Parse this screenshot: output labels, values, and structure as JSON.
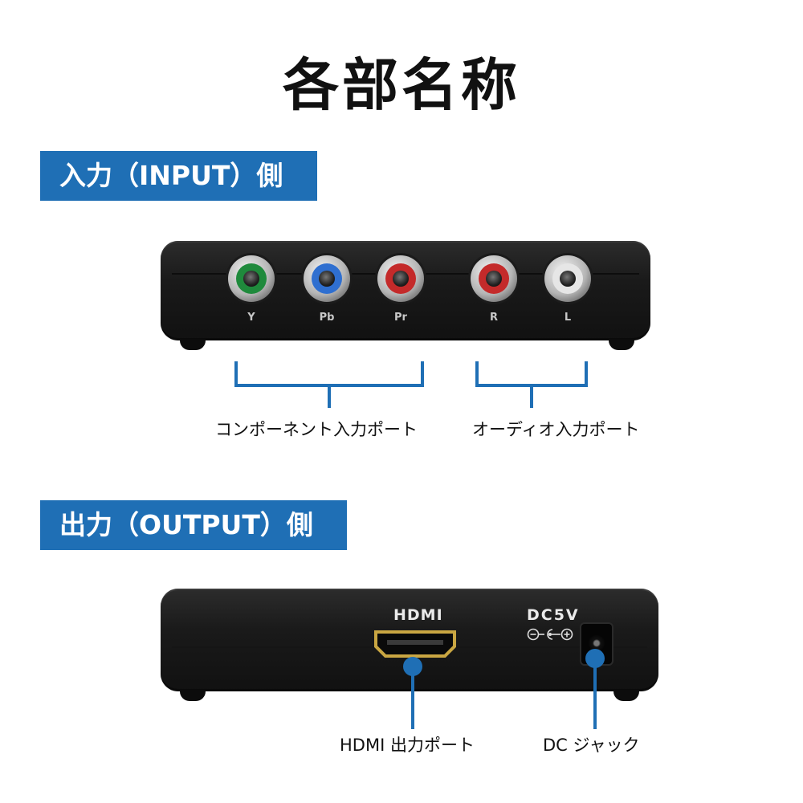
{
  "page": {
    "title": "各部名称"
  },
  "input_section": {
    "heading": "入力（INPUT）側",
    "ports": [
      {
        "label": "Y",
        "color": "#1f8a3c"
      },
      {
        "label": "Pb",
        "color": "#2f6fd0"
      },
      {
        "label": "Pr",
        "color": "#c42a2a"
      },
      {
        "label": "R",
        "color": "#c42a2a"
      },
      {
        "label": "L",
        "color": "#e6e6e6"
      }
    ],
    "callouts": {
      "component": "コンポーネント入力ポート",
      "audio": "オーディオ入力ポート"
    }
  },
  "output_section": {
    "heading": "出力（OUTPUT）側",
    "hdmi_label": "HDMI",
    "dc_label": "DC5V",
    "callouts": {
      "hdmi": "HDMI 出力ポート",
      "dc": "DC ジャック"
    }
  },
  "colors": {
    "accent": "#1f6fb5"
  }
}
